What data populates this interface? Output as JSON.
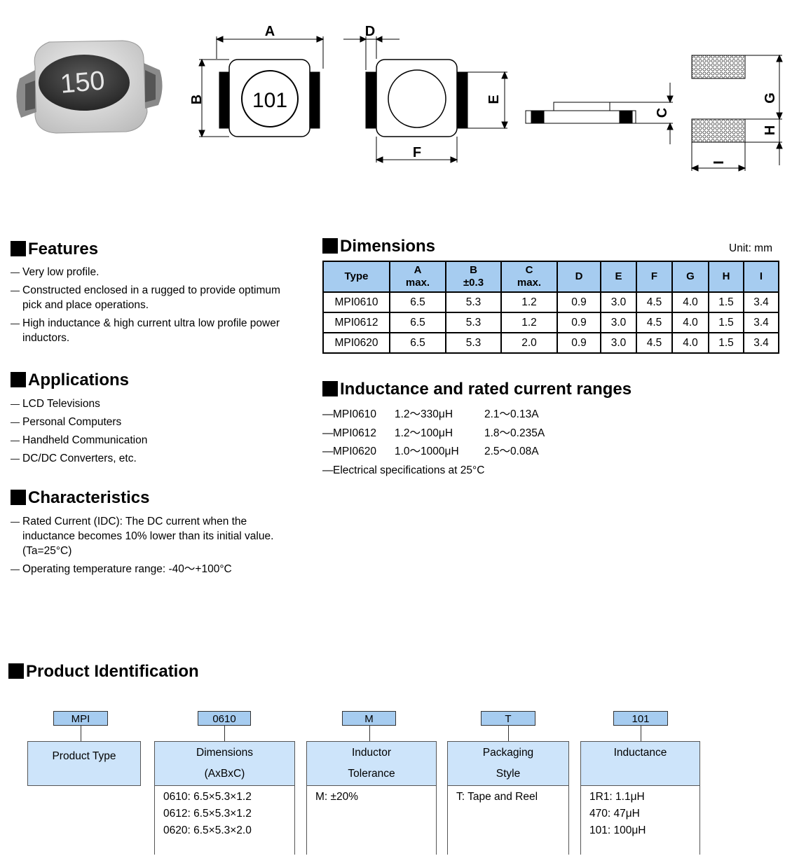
{
  "drawing": {
    "part_marking": "150",
    "front_marking": "101",
    "labels": {
      "A": "A",
      "B": "B",
      "C": "C",
      "D": "D",
      "E": "E",
      "F": "F",
      "G": "G",
      "H": "H",
      "I": "I"
    }
  },
  "features": {
    "title": "Features",
    "items": [
      "Very low profile.",
      "Constructed enclosed in a rugged to provide optimum pick and place operations.",
      "High inductance & high current ultra low profile power inductors."
    ]
  },
  "applications": {
    "title": "Applications",
    "items": [
      "LCD Televisions",
      "Personal Computers",
      "Handheld Communication",
      "DC/DC Converters, etc."
    ]
  },
  "characteristics": {
    "title": "Characteristics",
    "items": [
      "Rated Current (IDC): The DC current when the inductance becomes 10% lower than its initial value. (Ta=25°C)",
      "Operating temperature range: -40～+100°C"
    ]
  },
  "dimensions": {
    "title": "Dimensions",
    "unit": "Unit: mm",
    "headers": [
      {
        "line1": "Type",
        "line2": ""
      },
      {
        "line1": "A",
        "line2": "max."
      },
      {
        "line1": "B",
        "line2": "±0.3"
      },
      {
        "line1": "C",
        "line2": "max."
      },
      {
        "line1": "D",
        "line2": ""
      },
      {
        "line1": "E",
        "line2": ""
      },
      {
        "line1": "F",
        "line2": ""
      },
      {
        "line1": "G",
        "line2": ""
      },
      {
        "line1": "H",
        "line2": ""
      },
      {
        "line1": "I",
        "line2": ""
      }
    ],
    "rows": [
      [
        "MPI0610",
        "6.5",
        "5.3",
        "1.2",
        "0.9",
        "3.0",
        "4.5",
        "4.0",
        "1.5",
        "3.4"
      ],
      [
        "MPI0612",
        "6.5",
        "5.3",
        "1.2",
        "0.9",
        "3.0",
        "4.5",
        "4.0",
        "1.5",
        "3.4"
      ],
      [
        "MPI0620",
        "6.5",
        "5.3",
        "2.0",
        "0.9",
        "3.0",
        "4.5",
        "4.0",
        "1.5",
        "3.4"
      ]
    ]
  },
  "ranges": {
    "title": "Inductance and rated current ranges",
    "rows": [
      {
        "type": "MPI0610",
        "inductance": "1.2～330μH",
        "current": "2.1～0.13A"
      },
      {
        "type": "MPI0612",
        "inductance": "1.2～100μH",
        "current": "1.8～0.235A"
      },
      {
        "type": "MPI0620",
        "inductance": "1.0～1000μH",
        "current": "2.5～0.08A"
      }
    ],
    "note": "Electrical specifications at 25°C"
  },
  "product_id": {
    "title": "Product Identification",
    "codes": [
      "MPI",
      "0610",
      "M",
      "T",
      "101"
    ],
    "boxes": [
      {
        "title": [
          "Product Type"
        ],
        "lines": []
      },
      {
        "title": [
          "Dimensions",
          "(AxBxC)"
        ],
        "lines": [
          "0610: 6.5×5.3×1.2",
          "0612: 6.5×5.3×1.2",
          "0620: 6.5×5.3×2.0"
        ]
      },
      {
        "title": [
          "Inductor",
          "Tolerance"
        ],
        "lines": [
          "M:  ±20%"
        ]
      },
      {
        "title": [
          "Packaging",
          "Style"
        ],
        "lines": [
          "T: Tape and Reel"
        ]
      },
      {
        "title": [
          "Inductance"
        ],
        "lines": [
          "1R1: 1.1μH",
          "470: 47μH",
          "101: 100μH"
        ]
      }
    ]
  }
}
